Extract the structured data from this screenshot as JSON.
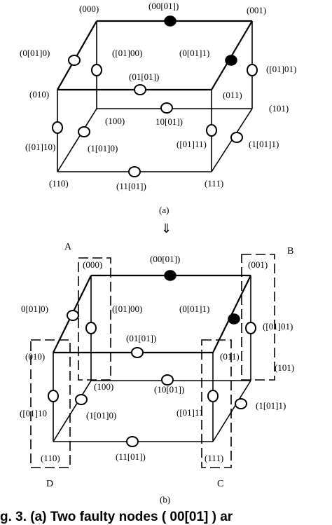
{
  "figure": {
    "panel_a_label": "(a)",
    "arrow_glyph": "⇓",
    "panel_b_label": "(b)",
    "caption": "g. 3.   (a) Two faulty nodes ( 00[01] ) ar"
  },
  "panel_a": {
    "labels": {
      "n000": "(000)",
      "n00_01": "(00[01])",
      "n001": "(001)",
      "n0_01_0": "(0[01]0)",
      "n_01_00": "([01]00)",
      "n0_01_1": "(0[01]1)",
      "n_01_01": "([01]01)",
      "n01_01": "(01[01])",
      "n010": "(010)",
      "n011": "(011)",
      "n101": "(101)",
      "n100": "(100)",
      "n10_01": "10[01])",
      "n_01_10": "([01]10)",
      "n1_01_0": "(1[01]0)",
      "n_01_11": "([01]11)",
      "n1_01_1": "(1[01]1)",
      "n110": "(110)",
      "n11_01": "(11[01])",
      "n111": "(111)"
    }
  },
  "panel_b": {
    "labels": {
      "n000": "(000)",
      "n00_01": "(00[01])",
      "n001": "(001)",
      "n0_01_0": "0[01]0)",
      "n_01_00": "([01]00)",
      "n0_01_1": "(0[01]1)",
      "n_01_01": "([01]01)",
      "n01_01": "(01[01])",
      "n010": "(010)",
      "n011": "(011)",
      "n101": "(101)",
      "n100": "(100)",
      "n10_01": "(10[01])",
      "n_01_10": "([01]10",
      "n1_01_0": "(1[01]0)",
      "n_01_11": "([01]11",
      "n1_01_1": "(1[01]1)",
      "n110": "(110)",
      "n11_01": "(11[01])",
      "n111": "(111)"
    },
    "group_tags": {
      "A": "A",
      "B": "B",
      "C": "C",
      "D": "D"
    }
  }
}
